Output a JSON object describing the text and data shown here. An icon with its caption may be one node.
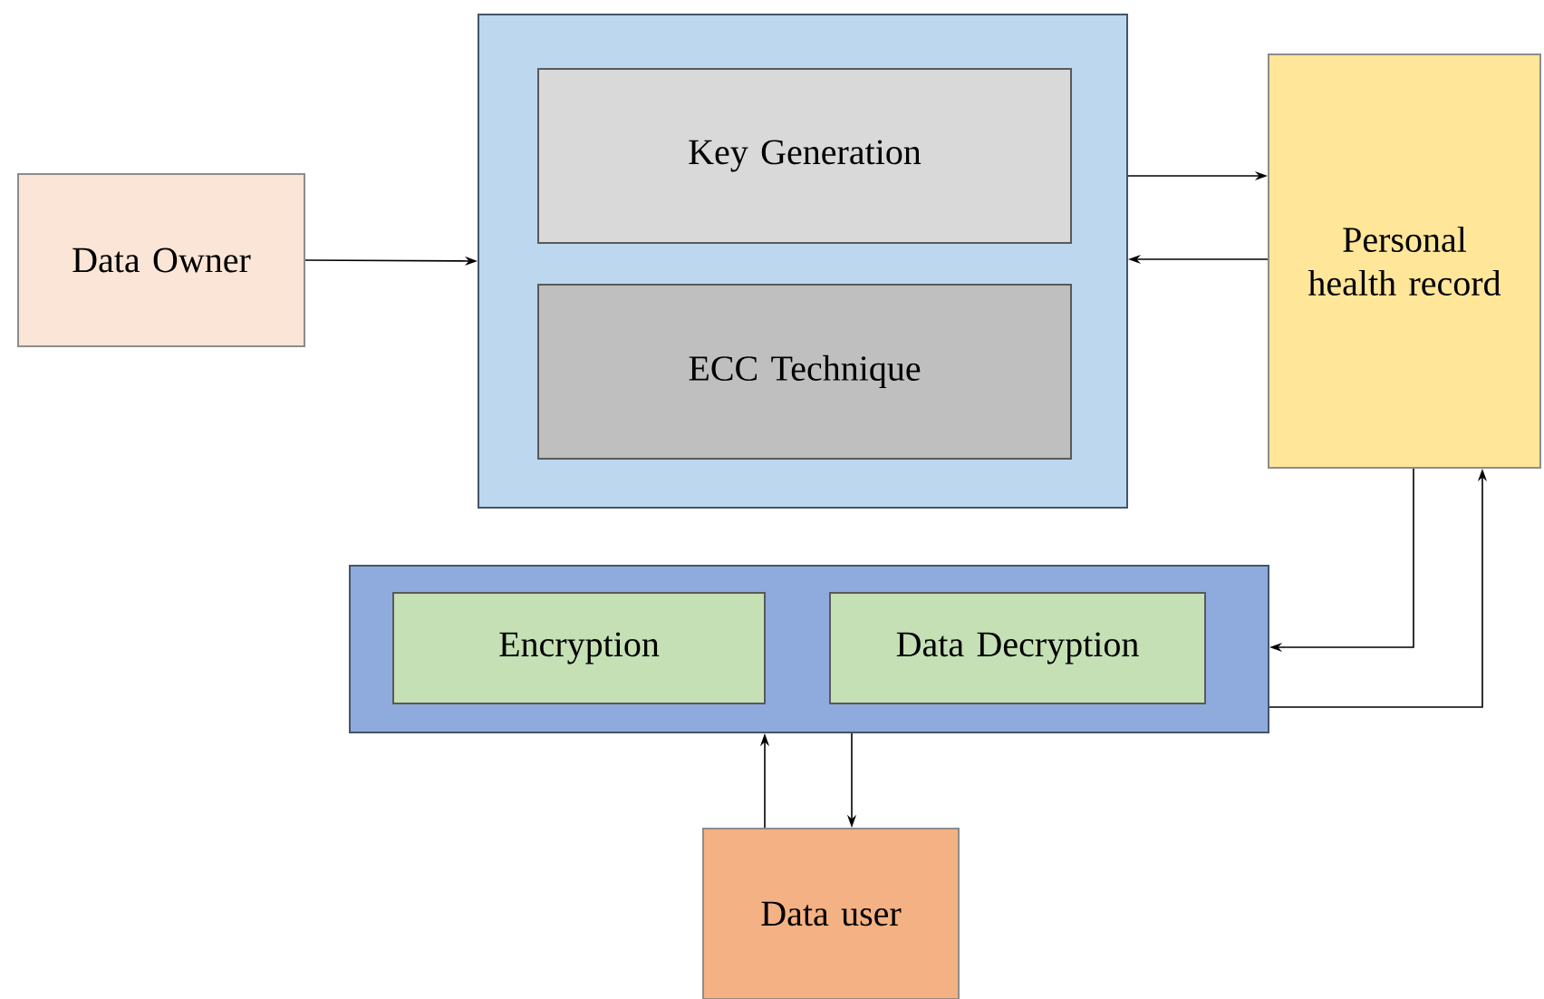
{
  "diagram": {
    "nodes": [
      {
        "text": [
          "Data Owner"
        ]
      },
      {
        "text": [],
        "shape": "box"
      },
      {
        "text": [
          "Key Generation"
        ],
        "in": 1
      },
      {
        "text": [
          "ECC Technique"
        ],
        "in": 1
      },
      {
        "text": [
          "Personal health record"
        ]
      },
      {
        "text": [],
        "shape": "box"
      },
      {
        "text": [
          "Encryption"
        ],
        "in": 5
      },
      {
        "text": [
          "Data Decryption"
        ],
        "in": 5
      },
      {
        "text": [
          "Data user"
        ]
      }
    ],
    "edges": [
      {
        "from": 0,
        "to": 1,
        "arrow": "to"
      },
      {
        "from": 1,
        "to": 4,
        "arrow": "to"
      },
      {
        "from": 4,
        "to": 1,
        "arrow": "to"
      },
      {
        "from": 4,
        "to": 5,
        "arrow": "to"
      },
      {
        "from": 5,
        "to": 4,
        "arrow": "to"
      },
      {
        "from": 8,
        "to": 5,
        "arrow": "to"
      },
      {
        "from": 5,
        "to": 8,
        "arrow": "to"
      }
    ]
  }
}
